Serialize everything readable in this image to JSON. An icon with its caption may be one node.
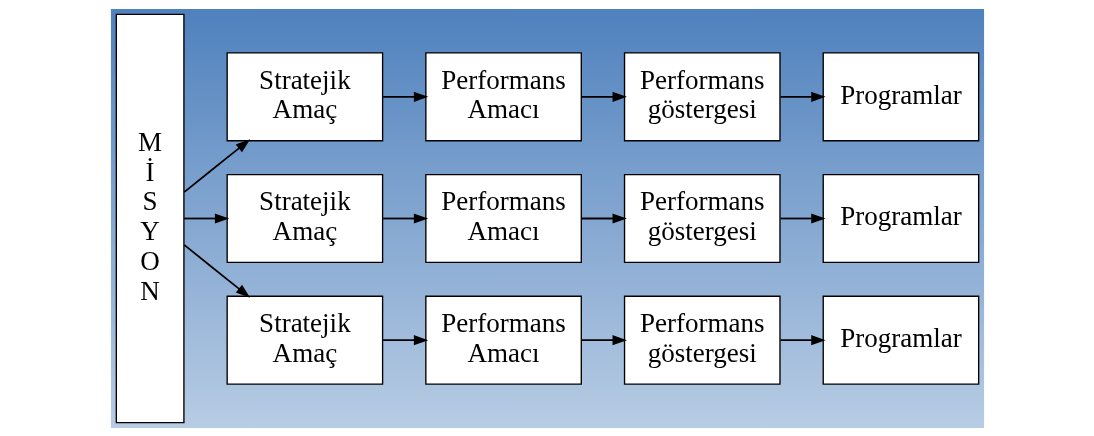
{
  "diagram": {
    "nodes": [
      {
        "text": [
          "MİSYON"
        ]
      },
      {
        "text": [
          "Stratejik Amaç"
        ]
      },
      {
        "text": [
          "Performans Amacı"
        ]
      },
      {
        "text": [
          "Performans göstergesi"
        ]
      },
      {
        "text": [
          "Programlar"
        ]
      },
      {
        "text": [
          "Stratejik Amaç"
        ]
      },
      {
        "text": [
          "Performans Amacı"
        ]
      },
      {
        "text": [
          "Performans göstergesi"
        ]
      },
      {
        "text": [
          "Programlar"
        ]
      },
      {
        "text": [
          "Stratejik Amaç"
        ]
      },
      {
        "text": [
          "Performans Amacı"
        ]
      },
      {
        "text": [
          "Performans göstergesi"
        ]
      },
      {
        "text": [
          "Programlar"
        ]
      }
    ],
    "edges": [
      {
        "from": 0,
        "to": 1,
        "arrow": "to"
      },
      {
        "from": 1,
        "to": 2,
        "arrow": "to"
      },
      {
        "from": 2,
        "to": 3,
        "arrow": "to"
      },
      {
        "from": 3,
        "to": 4,
        "arrow": "to"
      },
      {
        "from": 0,
        "to": 5,
        "arrow": "to"
      },
      {
        "from": 5,
        "to": 6,
        "arrow": "to"
      },
      {
        "from": 6,
        "to": 7,
        "arrow": "to"
      },
      {
        "from": 7,
        "to": 8,
        "arrow": "to"
      },
      {
        "from": 0,
        "to": 9,
        "arrow": "to"
      },
      {
        "from": 9,
        "to": 10,
        "arrow": "to"
      },
      {
        "from": 10,
        "to": 11,
        "arrow": "to"
      },
      {
        "from": 11,
        "to": 12,
        "arrow": "to"
      }
    ]
  }
}
